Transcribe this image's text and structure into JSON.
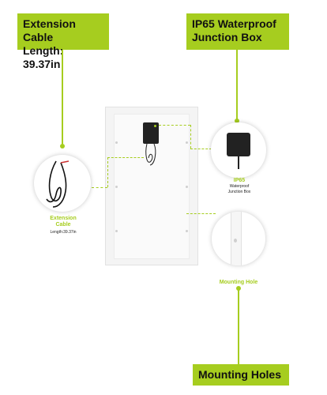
{
  "labels": {
    "extension_cable": {
      "line1": "Extension Cable",
      "line2": "Length: 39.37in"
    },
    "junction_box": {
      "line1": "IP65 Waterproof",
      "line2": "Junction Box"
    },
    "mounting_holes": "Mounting Holes"
  },
  "callouts": {
    "cable": {
      "title_line1": "Extension",
      "title_line2": "Cable",
      "detail": "Length:39.37in"
    },
    "jbox": {
      "title": "IP65",
      "detail_line1": "Waterproof",
      "detail_line2": "Junction Box"
    },
    "hole": {
      "title": "Mounting Hole"
    }
  },
  "colors": {
    "accent": "#a6cd1f"
  }
}
